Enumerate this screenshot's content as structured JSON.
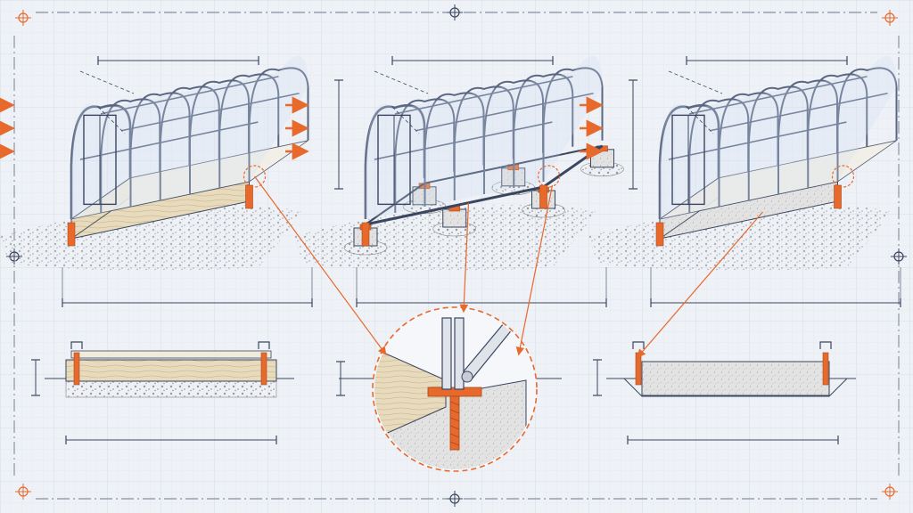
{
  "colors": {
    "paper": "#eef1f6",
    "grid": "#d7dde8",
    "ink": "#3a4660",
    "frame": "#5b6782",
    "accent": "#e8692c",
    "wood": "#e6d8b8",
    "wood_line": "#b8a57a",
    "concrete": "#dcdcdc",
    "gravel": "#a9a9a9"
  },
  "icons": {
    "wind": "wind-arrow-icon",
    "crosshair": "crosshair-icon",
    "anchor": "anchor-bracket-icon"
  },
  "variants": [
    {
      "id": "timber-frame-base",
      "foundation": "timber"
    },
    {
      "id": "pier-block-base",
      "foundation": "piers"
    },
    {
      "id": "concrete-strip-base",
      "foundation": "concrete"
    }
  ]
}
